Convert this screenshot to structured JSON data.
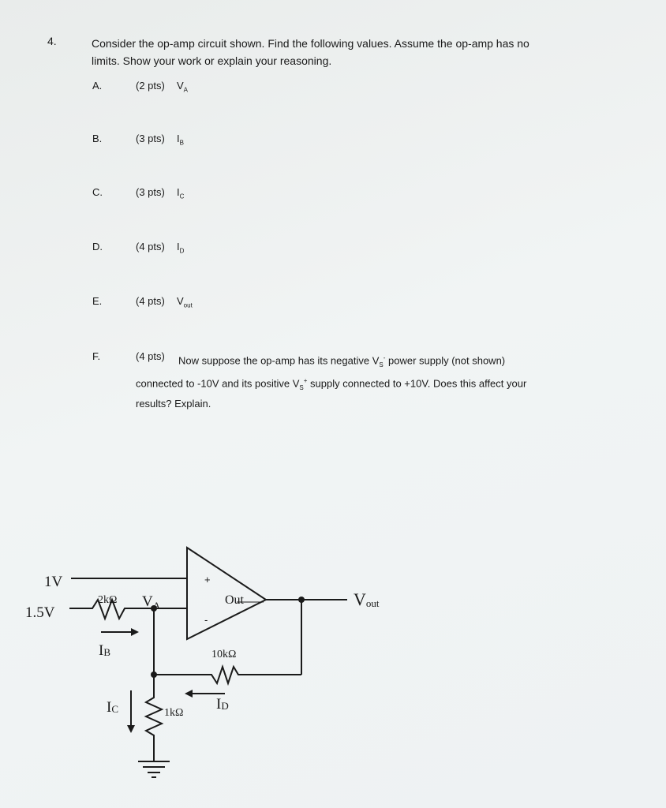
{
  "question": {
    "number": "4.",
    "intro_line1": "Consider the op-amp circuit shown.  Find the following values.  Assume the op-amp has no",
    "intro_line2": "limits.  Show your work or explain your reasoning."
  },
  "parts": [
    {
      "letter": "A.",
      "pts": "(2 pts)",
      "var": "V",
      "sub": "A"
    },
    {
      "letter": "B.",
      "pts": "(3 pts)",
      "var": "I",
      "sub": "B"
    },
    {
      "letter": "C.",
      "pts": "(3 pts)",
      "var": "I",
      "sub": "C"
    },
    {
      "letter": "D.",
      "pts": "(4 pts)",
      "var": "I",
      "sub": "D"
    },
    {
      "letter": "E.",
      "pts": "(4 pts)",
      "var": "V",
      "sub": "out"
    }
  ],
  "part_f": {
    "letter": "F.",
    "pts": "(4 pts)",
    "text_a": "Now suppose the op-amp has its negative V",
    "sub1": "S",
    "sup1": "-",
    "text_b": " power supply (not shown)",
    "text_c": "connected to -10V and its positive V",
    "sub2": "S",
    "sup2": "+",
    "text_d": " supply connected to +10V.  Does this affect your",
    "text_e": "results?  Explain."
  },
  "circuit": {
    "source_1v": "1V",
    "source_1_5v": "1.5V",
    "r_input": "2kΩ",
    "node_a": "V",
    "node_a_sub": "A",
    "plus_sign": "+",
    "minus_sign": "-",
    "out_label": "Out",
    "vout": "V",
    "vout_sub": "out",
    "ib": "I",
    "ib_sub": "B",
    "r_feedback": "10kΩ",
    "ic": "I",
    "ic_sub": "C",
    "r_ground": "1kΩ",
    "id": "I",
    "id_sub": "D"
  }
}
